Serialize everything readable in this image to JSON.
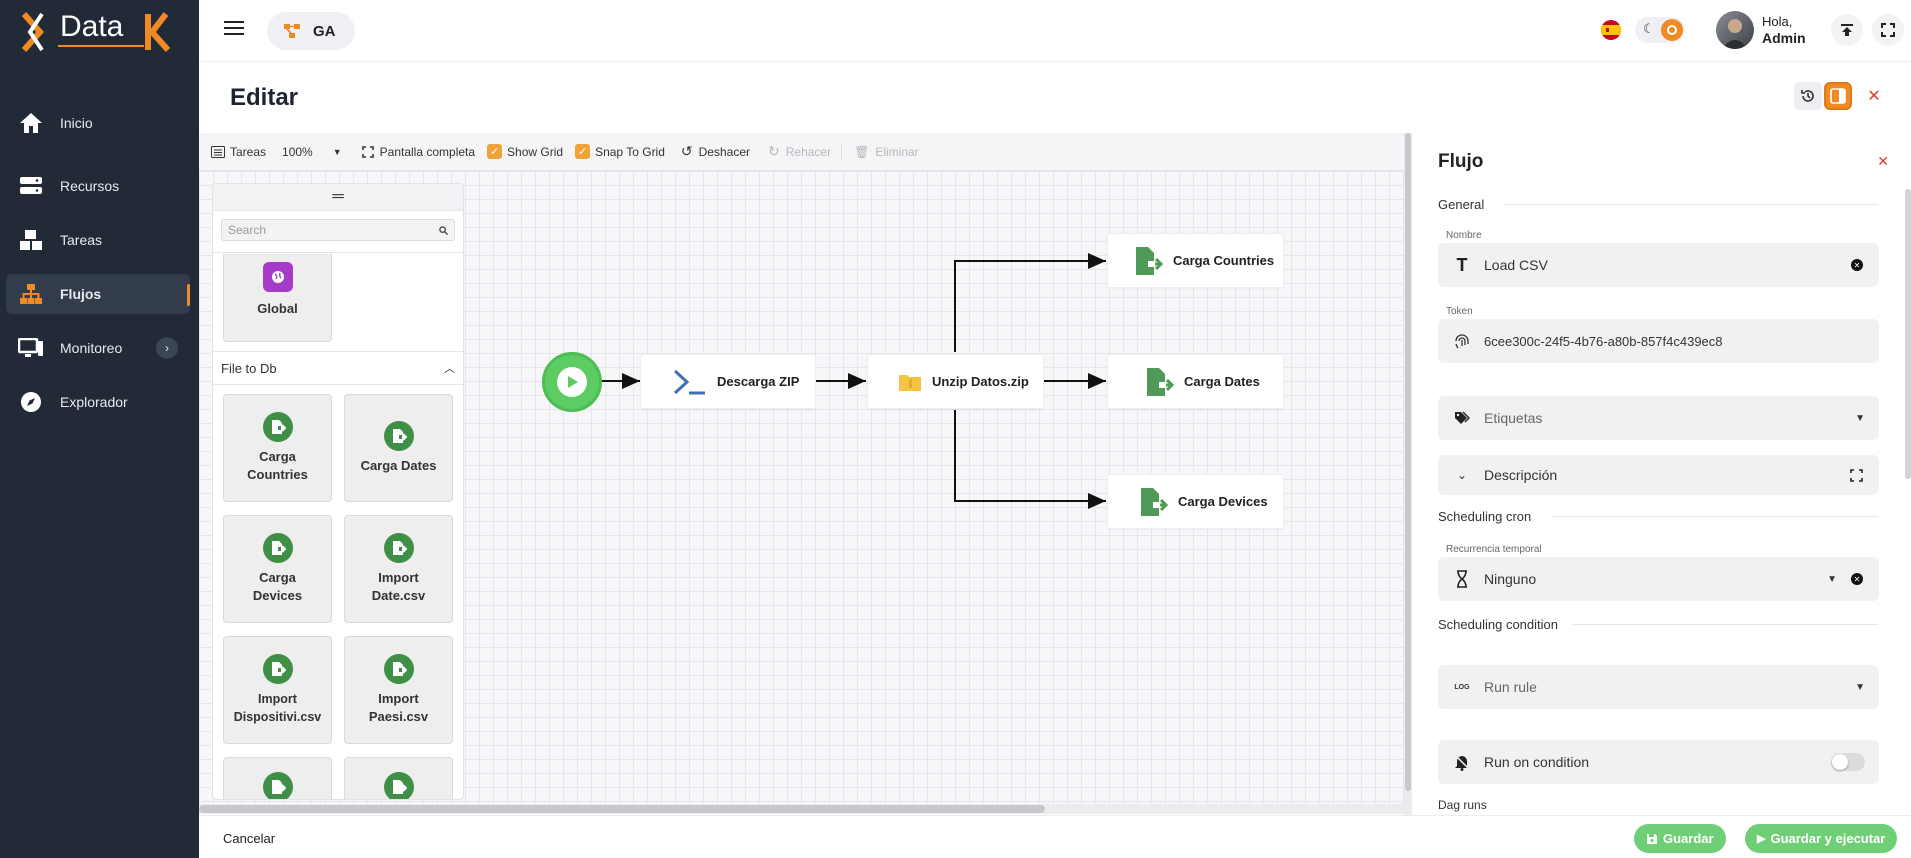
{
  "sidebar": {
    "logo_text": "Data",
    "items": [
      {
        "label": "Inicio",
        "icon": "home-icon"
      },
      {
        "label": "Recursos",
        "icon": "server-icon"
      },
      {
        "label": "Tareas",
        "icon": "boxes-icon"
      },
      {
        "label": "Flujos",
        "icon": "sitemap-icon",
        "active": true
      },
      {
        "label": "Monitoreo",
        "icon": "monitor-icon"
      },
      {
        "label": "Explorador",
        "icon": "compass-icon"
      }
    ]
  },
  "topbar": {
    "workspace": "GA",
    "user_greeting": "Hola,",
    "user_name": "Admin"
  },
  "page": {
    "title": "Editar"
  },
  "toolbar": {
    "tasks": "Tareas",
    "zoom": "100%",
    "fullscreen": "Pantalla completa",
    "show_grid": "Show Grid",
    "snap_to_grid": "Snap To Grid",
    "undo": "Deshacer",
    "redo": "Rehacer",
    "delete": "Eliminar"
  },
  "palette": {
    "search_placeholder": "Search",
    "global_card": "Global",
    "section": "File to Db",
    "cards": [
      "Carga Countries",
      "Carga Dates",
      "Carga Devices",
      "Import Date.csv",
      "Import Dispositivi.csv",
      "Import Paesi.csv"
    ]
  },
  "flow": {
    "nodes": [
      "Descarga ZIP",
      "Unzip Datos.zip",
      "Carga Countries",
      "Carga Dates",
      "Carga Devices"
    ]
  },
  "panel": {
    "title": "Flujo",
    "general": "General",
    "name_label": "Nombre",
    "name_value": "Load CSV",
    "token_label": "Token",
    "token_value": "6cee300c-24f5-4b76-a80b-857f4c439ec8",
    "tags": "Etiquetas",
    "description": "Descripción",
    "scheduling_cron": "Scheduling cron",
    "recurrence_label": "Recurrencia temporal",
    "recurrence_value": "Ninguno",
    "scheduling_condition": "Scheduling condition",
    "run_rule": "Run rule",
    "run_on_condition": "Run on condition",
    "dag_runs": "Dag runs"
  },
  "footer": {
    "cancel": "Cancelar",
    "save": "Guardar",
    "save_run": "Guardar y ejecutar"
  },
  "colors": {
    "accent": "#f08a24",
    "green": "#3f8f46",
    "sidebar": "#212a36"
  }
}
